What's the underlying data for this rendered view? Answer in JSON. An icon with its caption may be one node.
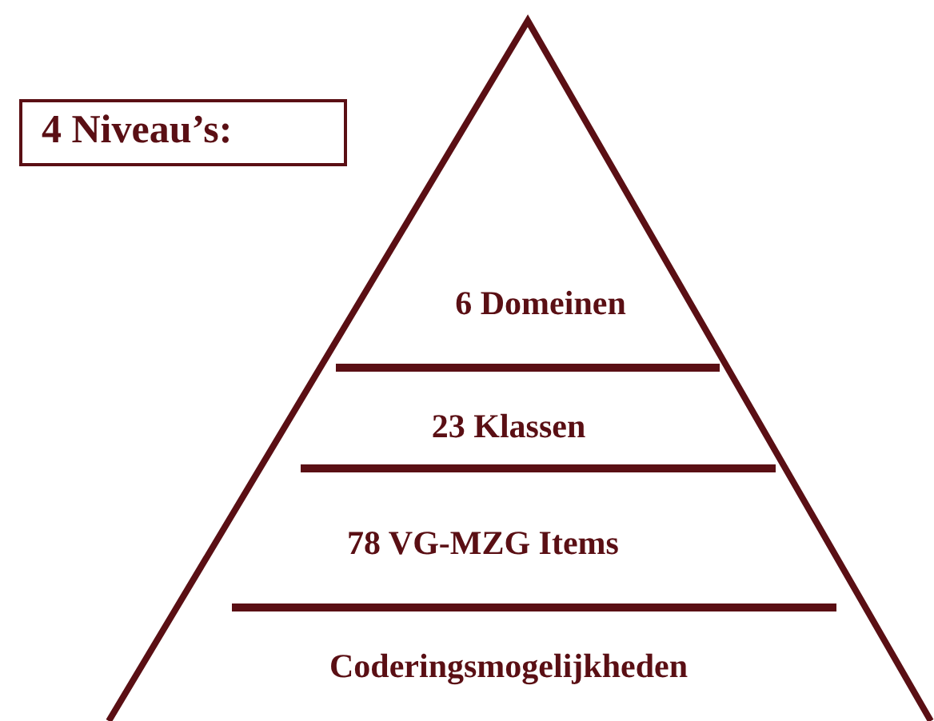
{
  "diagram": {
    "nodes": [
      {
        "text": [
          "4 Niveau’s:"
        ]
      },
      {
        "text": [],
        "shape": "triangle"
      },
      {
        "text": [
          "6 Domeinen"
        ],
        "in": 1
      },
      {
        "text": [
          "23 Klassen"
        ],
        "in": 1
      },
      {
        "text": [
          "78 VG-MZG Items"
        ],
        "in": 1
      },
      {
        "text": [
          "Coderingsmogelijkheden"
        ],
        "in": 1
      }
    ],
    "edges": []
  }
}
